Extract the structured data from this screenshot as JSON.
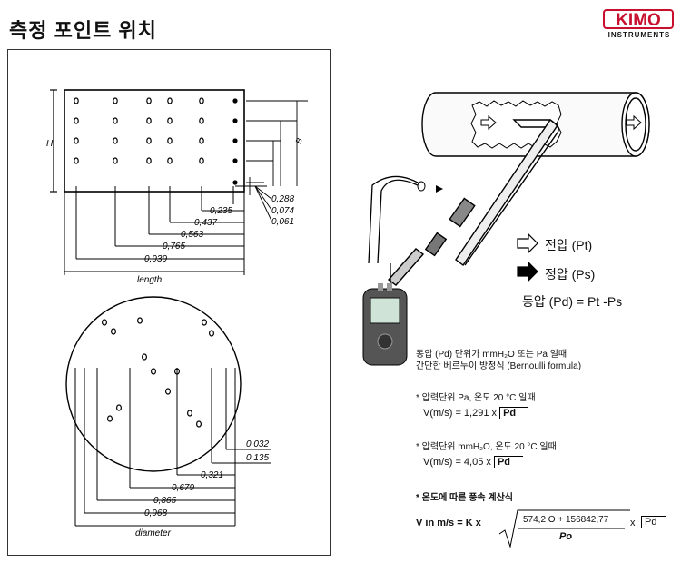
{
  "header": {
    "title": "측정 포인트 위치",
    "logo_text": "KIMO",
    "logo_sub": "INSTRUMENTS"
  },
  "rect_diagram": {
    "vertical_dims": [
      "0,235",
      "0,437",
      "0,563",
      "0,765",
      "0,939"
    ],
    "side_dims": [
      "0,288",
      "0,074",
      "0,061"
    ],
    "length_label": "length",
    "height_label": "H",
    "inner_label_a": "B"
  },
  "circle_diagram": {
    "dims": [
      "0,032",
      "0,135",
      "0,321",
      "0,679",
      "0,865",
      "0,968"
    ],
    "diameter_label": "diameter"
  },
  "legend": {
    "pt": "전압  (Pt)",
    "ps": "정압  (Ps)",
    "pd": "동압 (Pd)  =  Pt -Ps"
  },
  "notes": {
    "intro_line1": "동압  (Pd) 단위가  mmH₂O  또는  Pa  일때",
    "intro_line2": "간단한 베르누이 방정식 (Bernoulli formula)",
    "pa_cond": "* 압력단위  Pa,  온도 20 °C  일때",
    "pa_formula": "V(m/s) = 1,291 x",
    "pa_root": "Pd",
    "mm_cond": "*  압력단위   mmH₂O,  온도 20 °C  일때",
    "mm_formula": "V(m/s) = 4,05 x",
    "mm_root": "Pd",
    "temp_title": "*  온도에 따른 풍속 계산식",
    "v_formula": "V in m/s = K x",
    "numerator": "574,2 Θ + 156842,77",
    "denominator": "Po",
    "times": "x",
    "root2": "Pd"
  }
}
